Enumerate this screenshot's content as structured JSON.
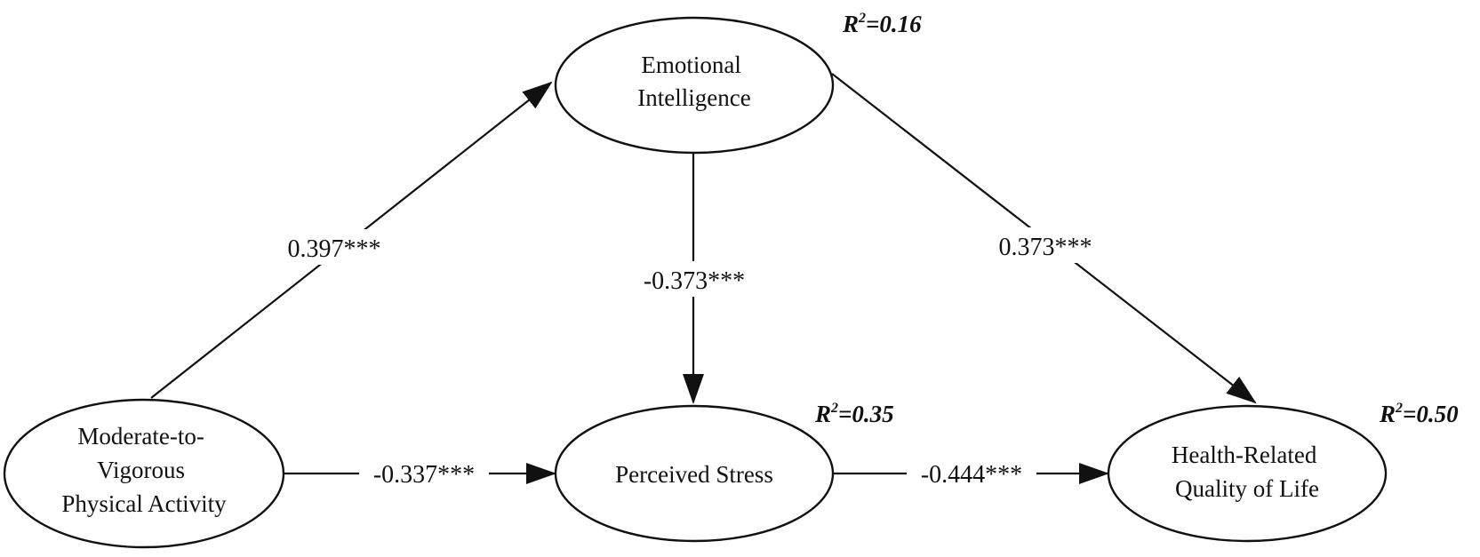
{
  "nodes": {
    "emotional_intelligence": {
      "lines": [
        "Emotional",
        "Intelligence"
      ]
    },
    "mvpa": {
      "lines": [
        "Moderate-to-",
        "Vigorous",
        "Physical Activity"
      ]
    },
    "perceived_stress": {
      "lines": [
        "Perceived Stress"
      ]
    },
    "hrqol": {
      "lines": [
        "Health-Related",
        "Quality of Life"
      ]
    }
  },
  "r_squared": {
    "emotional_intelligence": {
      "prefix": "R",
      "sup": "2",
      "value": "=0.16"
    },
    "perceived_stress": {
      "prefix": "R",
      "sup": "2",
      "value": "=0.35"
    },
    "hrqol": {
      "prefix": "R",
      "sup": "2",
      "value": "=0.50"
    }
  },
  "paths": {
    "mvpa_to_ei": "0.397***",
    "ei_to_stress": "-0.373***",
    "ei_to_hrqol": "0.373***",
    "mvpa_to_stress": "-0.337***",
    "stress_to_hrqol": "-0.444***"
  },
  "colors": {
    "line": "#111111",
    "background": "#ffffff"
  }
}
